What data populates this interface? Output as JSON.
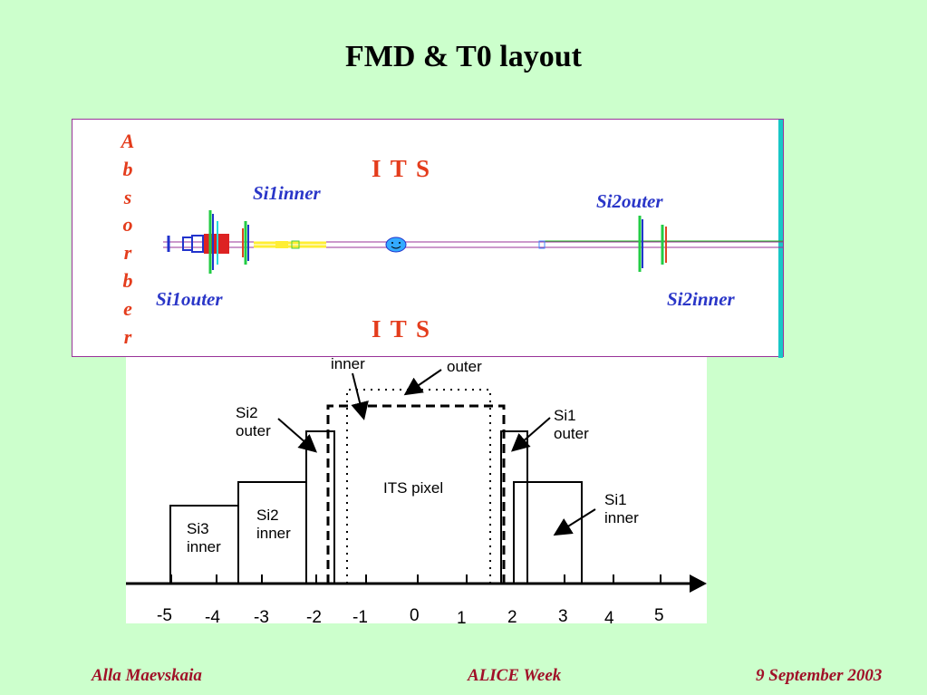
{
  "title": "FMD & T0 layout",
  "top_panel": {
    "absorber_letters": [
      "A",
      "b",
      "s",
      "o",
      "r",
      "b",
      "e",
      "r"
    ],
    "its_top": "I T S",
    "its_bottom": "I T S",
    "si1inner": "Si1inner",
    "si2outer": "Si2outer",
    "si1outer": "Si1outer",
    "si2inner": "Si2inner"
  },
  "bottom_plot": {
    "x_ticks": [
      "-5",
      "-4",
      "-3",
      "-2",
      "-1",
      "0",
      "1",
      "2",
      "3",
      "4",
      "5"
    ],
    "labels": {
      "inner": "inner",
      "outer": "outer",
      "si2_outer_line1": "Si2",
      "si2_outer_line2": "outer",
      "si1_outer_line1": "Si1",
      "si1_outer_line2": "outer",
      "its_pixel": "ITS pixel",
      "si3_inner_line1": "Si3",
      "si3_inner_line2": "inner",
      "si2_inner_line1": "Si2",
      "si2_inner_line2": "inner",
      "si1_inner_line1": "Si1",
      "si1_inner_line2": "inner"
    }
  },
  "footer": {
    "author": "Alla Maevskaia",
    "event": "ALICE Week",
    "date": "9 September 2003"
  },
  "colors": {
    "background": "#ccffcc",
    "red_text": "#e43c1c",
    "blue_text": "#2a36c8",
    "footer_text": "#a01028"
  }
}
